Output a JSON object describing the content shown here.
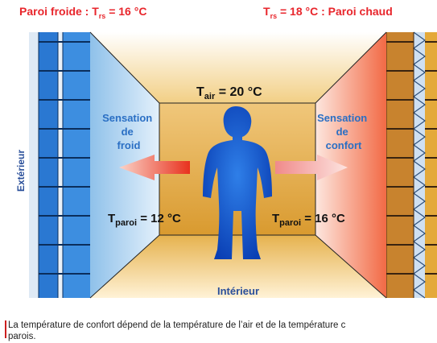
{
  "header": {
    "left": {
      "prefix": "Paroi froide : ",
      "t": "T",
      "sub": "rs",
      "suffix": " = 16 °C"
    },
    "right": {
      "t": "T",
      "sub": "rs",
      "suffix": " = 18 °C : Paroi chaud"
    }
  },
  "labels": {
    "air": {
      "t": "T",
      "sub": "air",
      "value": " = 20 °C"
    },
    "cold_sensation": [
      "Sensation",
      "de",
      "froid"
    ],
    "warm_sensation": [
      "Sensation",
      "de",
      "confort"
    ],
    "cold_wall": {
      "t": "T",
      "sub": "paroi",
      "value": " = 12 °C"
    },
    "warm_wall": {
      "t": "T",
      "sub": "paroi",
      "value": " = 16 °C"
    },
    "interior": "Intérieur",
    "exterior": "Extérieur"
  },
  "caption": {
    "line1": "La température de confort dépend de la température de l’air et de la température c",
    "line2": "parois."
  },
  "colors": {
    "title_red": "#e8262c",
    "cold_blue": "#2a78d2",
    "person_blue": "#0a3fb4",
    "warm_orange": "#f26a45",
    "back_wall_amber": "#d99a2f"
  }
}
